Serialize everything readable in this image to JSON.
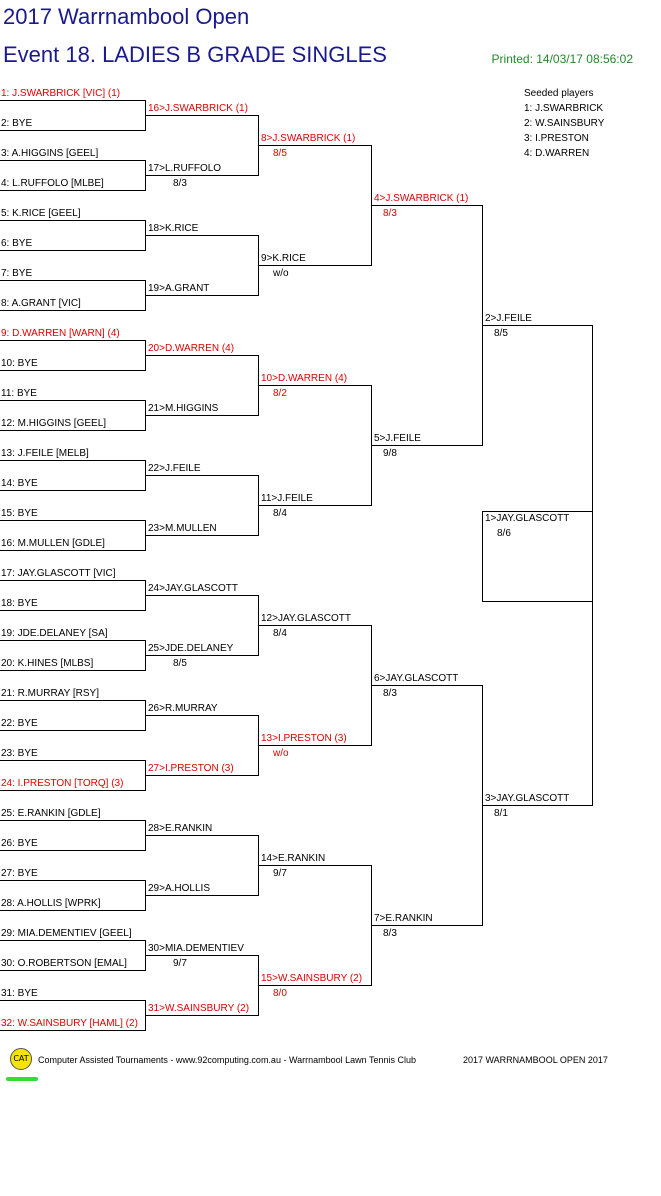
{
  "header": {
    "title": "2017 Warrnambool Open",
    "event": "Event 18. LADIES B GRADE SINGLES",
    "printed": "Printed: 14/03/17 08:56:02"
  },
  "seeded": {
    "heading": "Seeded players",
    "players": [
      "1: J.SWARBRICK",
      "2: W.SAINSBURY",
      "3: I.PRESTON",
      "4: D.WARREN"
    ]
  },
  "round1": [
    {
      "label": "1: J.SWARBRICK [VIC] (1)",
      "seeded": true
    },
    {
      "label": "2: BYE",
      "seeded": false
    },
    {
      "label": "3: A.HIGGINS [GEEL]",
      "seeded": false
    },
    {
      "label": "4: L.RUFFOLO [MLBE]",
      "seeded": false
    },
    {
      "label": "5: K.RICE [GEEL]",
      "seeded": false
    },
    {
      "label": "6: BYE",
      "seeded": false
    },
    {
      "label": "7: BYE",
      "seeded": false
    },
    {
      "label": "8: A.GRANT [VIC]",
      "seeded": false
    },
    {
      "label": "9: D.WARREN [WARN] (4)",
      "seeded": true
    },
    {
      "label": "10: BYE",
      "seeded": false
    },
    {
      "label": "11: BYE",
      "seeded": false
    },
    {
      "label": "12: M.HIGGINS [GEEL]",
      "seeded": false
    },
    {
      "label": "13: J.FEILE [MELB]",
      "seeded": false
    },
    {
      "label": "14: BYE",
      "seeded": false
    },
    {
      "label": "15: BYE",
      "seeded": false
    },
    {
      "label": "16: M.MULLEN [GDLE]",
      "seeded": false
    },
    {
      "label": "17: JAY.GLASCOTT [VIC]",
      "seeded": false
    },
    {
      "label": "18: BYE",
      "seeded": false
    },
    {
      "label": "19: JDE.DELANEY [SA]",
      "seeded": false
    },
    {
      "label": "20: K.HINES [MLBS]",
      "seeded": false
    },
    {
      "label": "21: R.MURRAY [RSY]",
      "seeded": false
    },
    {
      "label": "22: BYE",
      "seeded": false
    },
    {
      "label": "23: BYE",
      "seeded": false
    },
    {
      "label": "24: I.PRESTON [TORQ] (3)",
      "seeded": true
    },
    {
      "label": "25: E.RANKIN [GDLE]",
      "seeded": false
    },
    {
      "label": "26: BYE",
      "seeded": false
    },
    {
      "label": "27: BYE",
      "seeded": false
    },
    {
      "label": "28: A.HOLLIS [WPRK]",
      "seeded": false
    },
    {
      "label": "29: MIA.DEMENTIEV [GEEL]",
      "seeded": false
    },
    {
      "label": "30: O.ROBERTSON [EMAL]",
      "seeded": false
    },
    {
      "label": "31: BYE",
      "seeded": false
    },
    {
      "label": "32: W.SAINSBURY [HAML] (2)",
      "seeded": true
    }
  ],
  "round2": [
    {
      "label": "16>J.SWARBRICK (1)",
      "score": "",
      "seeded": true
    },
    {
      "label": "17>L.RUFFOLO",
      "score": "8/3",
      "seeded": false
    },
    {
      "label": "18>K.RICE",
      "score": "",
      "seeded": false
    },
    {
      "label": "19>A.GRANT",
      "score": "",
      "seeded": false
    },
    {
      "label": "20>D.WARREN (4)",
      "score": "",
      "seeded": true
    },
    {
      "label": "21>M.HIGGINS",
      "score": "",
      "seeded": false
    },
    {
      "label": "22>J.FEILE",
      "score": "",
      "seeded": false
    },
    {
      "label": "23>M.MULLEN",
      "score": "",
      "seeded": false
    },
    {
      "label": "24>JAY.GLASCOTT",
      "score": "",
      "seeded": false
    },
    {
      "label": "25>JDE.DELANEY",
      "score": "8/5",
      "seeded": false
    },
    {
      "label": "26>R.MURRAY",
      "score": "",
      "seeded": false
    },
    {
      "label": "27>I.PRESTON (3)",
      "score": "",
      "seeded": true
    },
    {
      "label": "28>E.RANKIN",
      "score": "",
      "seeded": false
    },
    {
      "label": "29>A.HOLLIS",
      "score": "",
      "seeded": false
    },
    {
      "label": "30>MIA.DEMENTIEV",
      "score": "9/7",
      "seeded": false
    },
    {
      "label": "31>W.SAINSBURY (2)",
      "score": "",
      "seeded": true
    }
  ],
  "round3": [
    {
      "label": "8>J.SWARBRICK (1)",
      "score": "8/5",
      "seeded": true
    },
    {
      "label": "9>K.RICE",
      "score": "w/o",
      "seeded": false
    },
    {
      "label": "10>D.WARREN (4)",
      "score": "8/2",
      "seeded": true
    },
    {
      "label": "11>J.FEILE",
      "score": "8/4",
      "seeded": false
    },
    {
      "label": "12>JAY.GLASCOTT",
      "score": "8/4",
      "seeded": false
    },
    {
      "label": "13>I.PRESTON (3)",
      "score": "w/o",
      "seeded": true
    },
    {
      "label": "14>E.RANKIN",
      "score": "9/7",
      "seeded": false
    },
    {
      "label": "15>W.SAINSBURY (2)",
      "score": "8/0",
      "seeded": true
    }
  ],
  "round4": [
    {
      "label": "4>J.SWARBRICK (1)",
      "score": "8/3",
      "seeded": true
    },
    {
      "label": "5>J.FEILE",
      "score": "9/8",
      "seeded": false
    },
    {
      "label": "6>JAY.GLASCOTT",
      "score": "8/3",
      "seeded": false
    },
    {
      "label": "7>E.RANKIN",
      "score": "8/3",
      "seeded": false
    }
  ],
  "round5": [
    {
      "label": "2>J.FEILE",
      "score": "8/5",
      "seeded": false
    },
    {
      "label": "3>JAY.GLASCOTT",
      "score": "8/1",
      "seeded": false
    }
  ],
  "final": {
    "label": "1>JAY.GLASCOTT",
    "score": "8/6"
  },
  "footer": {
    "logo": "CAT",
    "credits": "Computer Assisted Tournaments - www.92computing.com.au -  Warrnambool Lawn Tennis Club",
    "event_name": "2017 WARRNAMBOOL OPEN 2017"
  }
}
